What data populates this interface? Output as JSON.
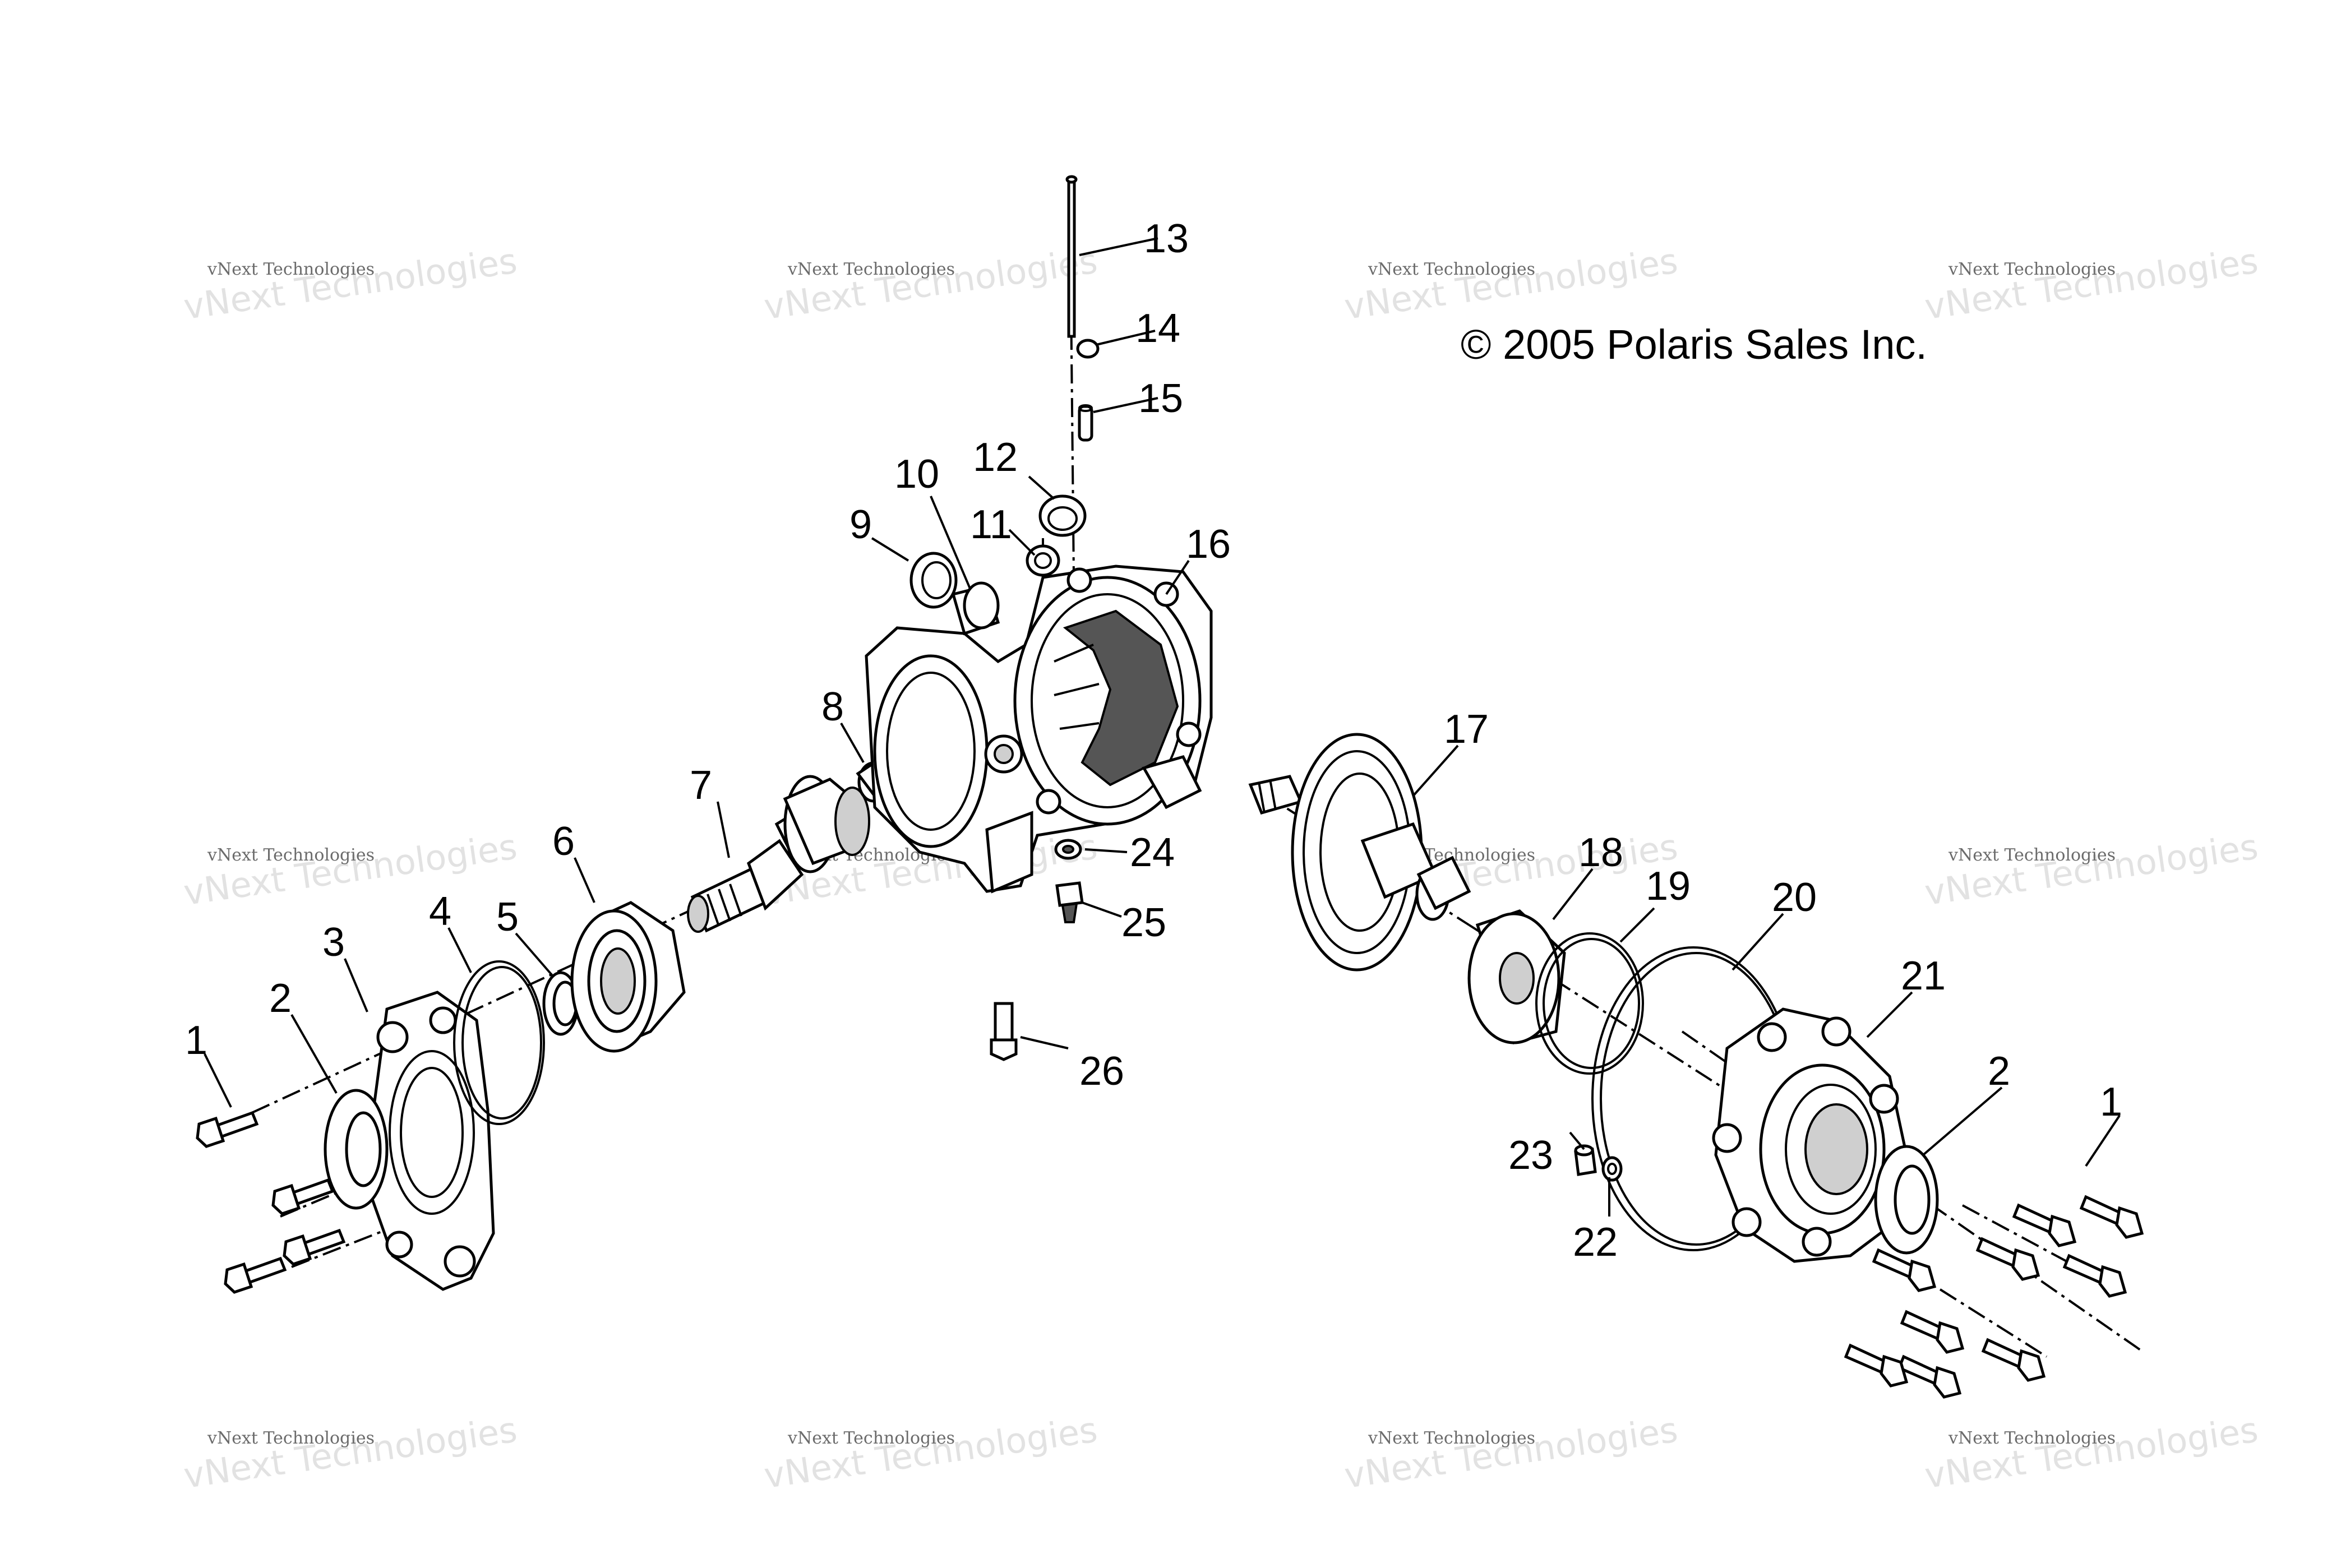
{
  "copyright": "© 2005 Polaris Sales Inc.",
  "watermark": {
    "line1": "vNext Technologies",
    "line2": "vNext Technologies"
  },
  "callouts": [
    "1",
    "2",
    "3",
    "4",
    "5",
    "6",
    "7",
    "8",
    "9",
    "10",
    "11",
    "12",
    "13",
    "14",
    "15",
    "16",
    "17",
    "18",
    "19",
    "20",
    "21",
    "1",
    "2",
    "22",
    "23",
    "24",
    "25",
    "26"
  ]
}
